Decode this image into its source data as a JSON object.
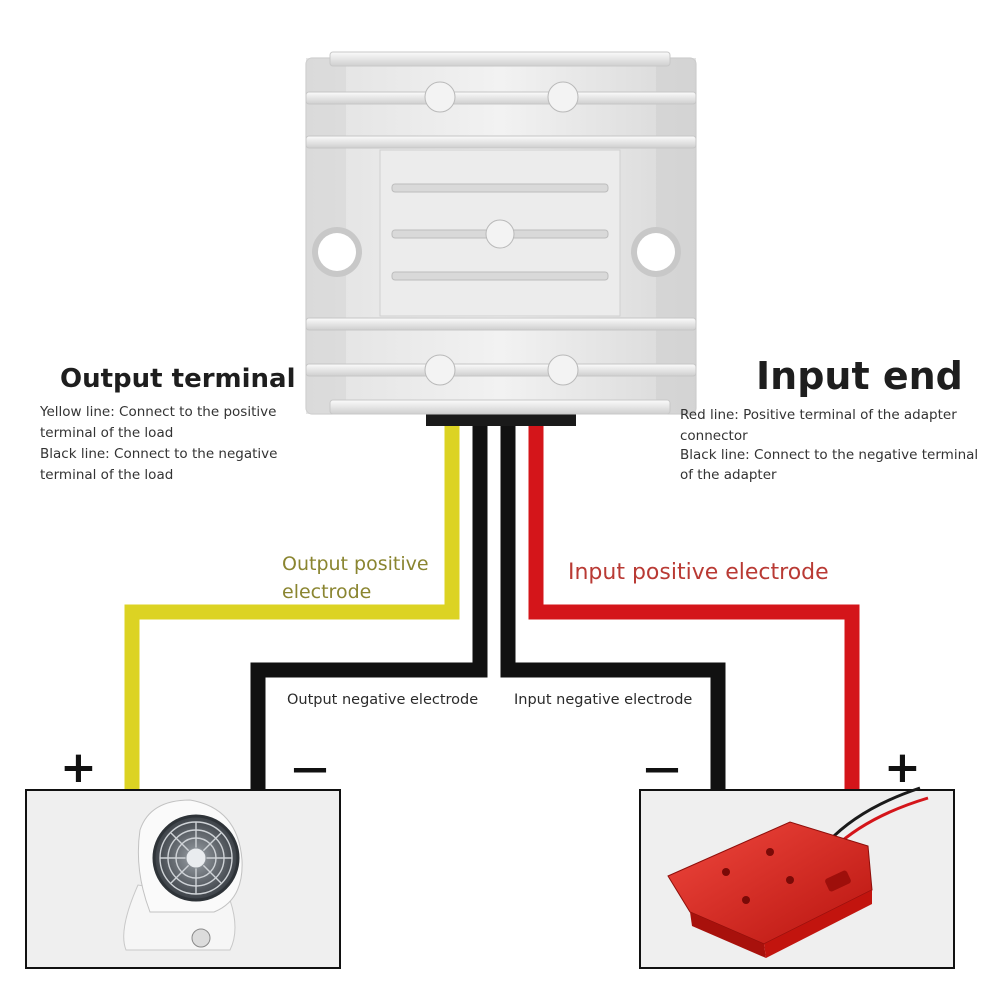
{
  "output": {
    "title": "Output terminal",
    "notes": [
      "Yellow line: Connect to the positive",
      "terminal of the load",
      "Black line: Connect to the negative",
      "terminal of the load"
    ]
  },
  "input": {
    "title": "Input end",
    "notes": [
      "Red line: Positive terminal of the adapter",
      "connector",
      " Black line: Connect to the negative terminal",
      "of the adapter"
    ]
  },
  "wires": {
    "output_positive": [
      "Output positive",
      "electrode"
    ],
    "input_positive": "Input positive electrode",
    "output_negative": "Output negative electrode",
    "input_negative": "Input negative electrode"
  },
  "signs": {
    "plus": "+",
    "minus": "—"
  },
  "colors": {
    "yellow_wire": "#dcd323",
    "red_wire": "#d4151a",
    "black_wire": "#111111",
    "output_positive_text": "#8a8530",
    "input_positive_text": "#b93a34"
  },
  "icons": {
    "converter": "dc-converter-module-icon",
    "load": "desk-fan-icon",
    "source": "battery-adapter-icon"
  }
}
